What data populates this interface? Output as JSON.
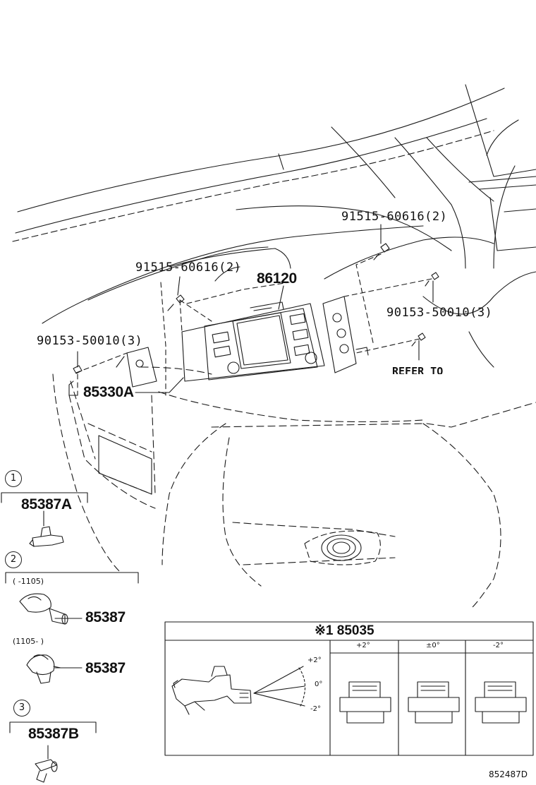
{
  "labels": {
    "p91515_upper": "91515-60616(2)",
    "p91515_left": "91515-60616(2)",
    "p86120": "86120",
    "p90153_right": "90153-50010(3)",
    "p90153_left": "90153-50010(3)",
    "refer_to": "REFER TO",
    "p85330A": "85330A",
    "p85387A": "85387A",
    "p85387_first": "85387",
    "p85387_second": "85387",
    "p85387B": "85387B"
  },
  "variants": {
    "v1_marker": "1",
    "v2_marker": "2",
    "v3_marker": "3",
    "v2a_range": "(    -1105)",
    "v2b_range": "(1105-     )"
  },
  "inset": {
    "title": "※1 85035",
    "col_plus": "+2°",
    "col_zero": "±0°",
    "col_minus": "-2°",
    "angle_plus": "+2°",
    "angle_zero": "0°",
    "angle_minus": "-2°"
  },
  "diagram_id": "852487D"
}
